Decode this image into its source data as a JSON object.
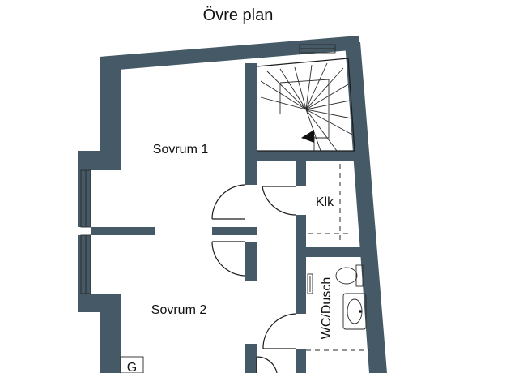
{
  "title": "Övre plan",
  "rooms": {
    "bedroom_1": "Sovrum 1",
    "bedroom_2": "Sovrum 2",
    "closet": "Klk",
    "bathroom": "WC/Dusch",
    "partial_label": "G"
  },
  "colors": {
    "wall": "#455a66",
    "line": "#1c1c1c",
    "background": "#ffffff"
  }
}
